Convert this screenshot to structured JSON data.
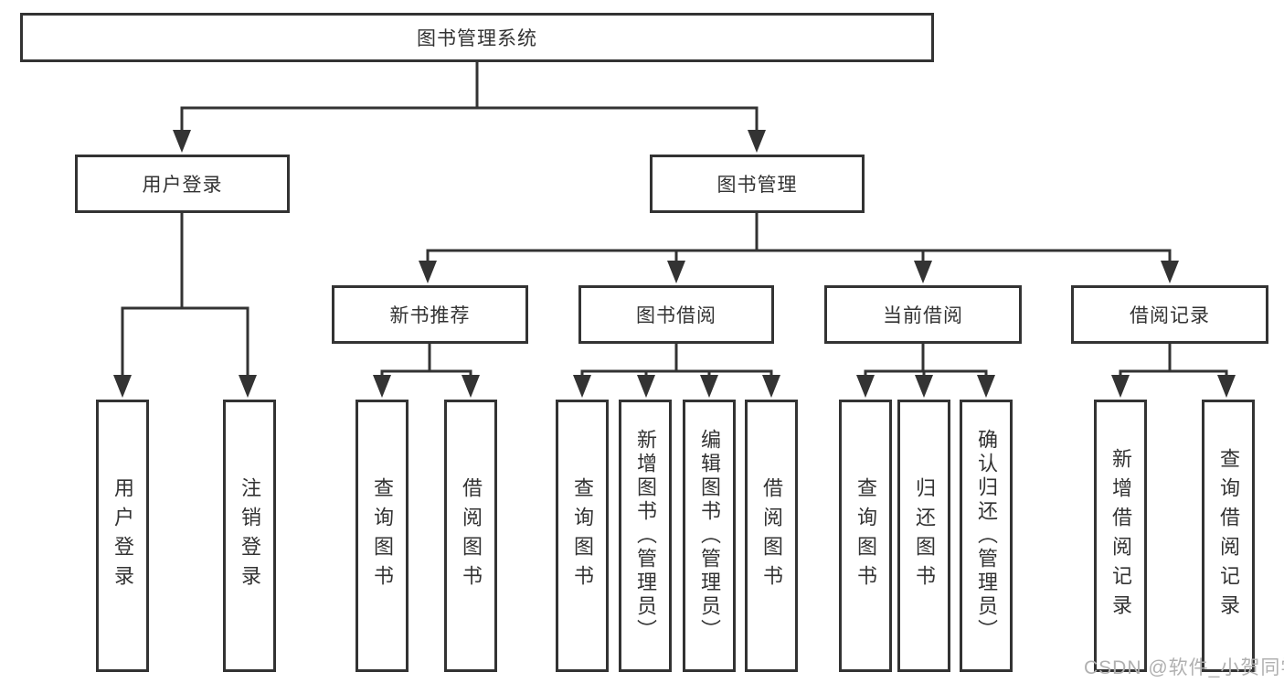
{
  "diagram": {
    "nodes": {
      "root": "图书管理系统",
      "user_login": "用户登录",
      "book_management": "图书管理",
      "new_book_recommend": "新书推荐",
      "book_borrowing": "图书借阅",
      "current_borrowing": "当前借阅",
      "borrowing_records": "借阅记录"
    },
    "leaves": [
      "用户登录",
      "注销登录",
      "查询图书",
      "借阅图书",
      "查询图书",
      "新增图书（管理员）",
      "编辑图书（管理员）",
      "借阅图书",
      "查询图书",
      "归还图书",
      "确认归还（管理员）",
      "新增借阅记录",
      "查询借阅记录"
    ]
  },
  "watermark": "CSDN @软件_小贺同学",
  "colors": {
    "line": "#333333",
    "text": "#333333",
    "watermark": "#b0b0b0",
    "background": "#ffffff"
  }
}
